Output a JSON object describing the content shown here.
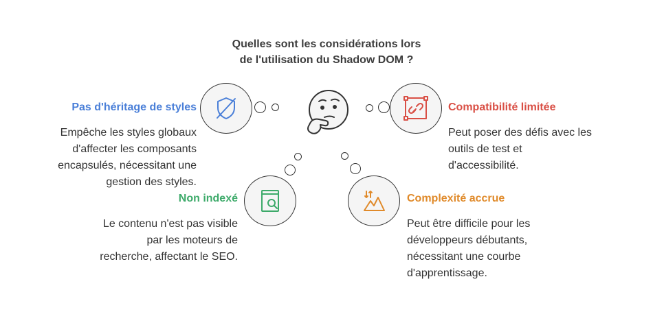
{
  "title": {
    "line1": "Quelles sont les considérations lors",
    "line2": "de l'utilisation du Shadow DOM ?"
  },
  "items": [
    {
      "heading": "Pas d'héritage de styles",
      "color": "#4a7fd8",
      "icon": "shield-off-icon",
      "lines": [
        "Empêche les styles globaux",
        "d'affecter les composants",
        "encapsulés, nécessitant une",
        "gestion des styles."
      ]
    },
    {
      "heading": "Non indexé",
      "color": "#3daa6a",
      "icon": "book-search-icon",
      "lines": [
        "Le contenu n'est pas visible",
        "par les moteurs de",
        "recherche, affectant le SEO."
      ]
    },
    {
      "heading": "Compatibilité limitée",
      "color": "#d94f45",
      "icon": "broken-link-icon",
      "lines": [
        "Peut poser des défis avec les",
        "outils de test et",
        "d'accessibilité."
      ]
    },
    {
      "heading": "Complexité accrue",
      "color": "#e08a2a",
      "icon": "mountain-arrows-icon",
      "lines": [
        "Peut être difficile pour les",
        "développeurs débutants,",
        "nécessitant une courbe",
        "d'apprentissage."
      ]
    }
  ],
  "center_icon": "thinking-face-icon"
}
